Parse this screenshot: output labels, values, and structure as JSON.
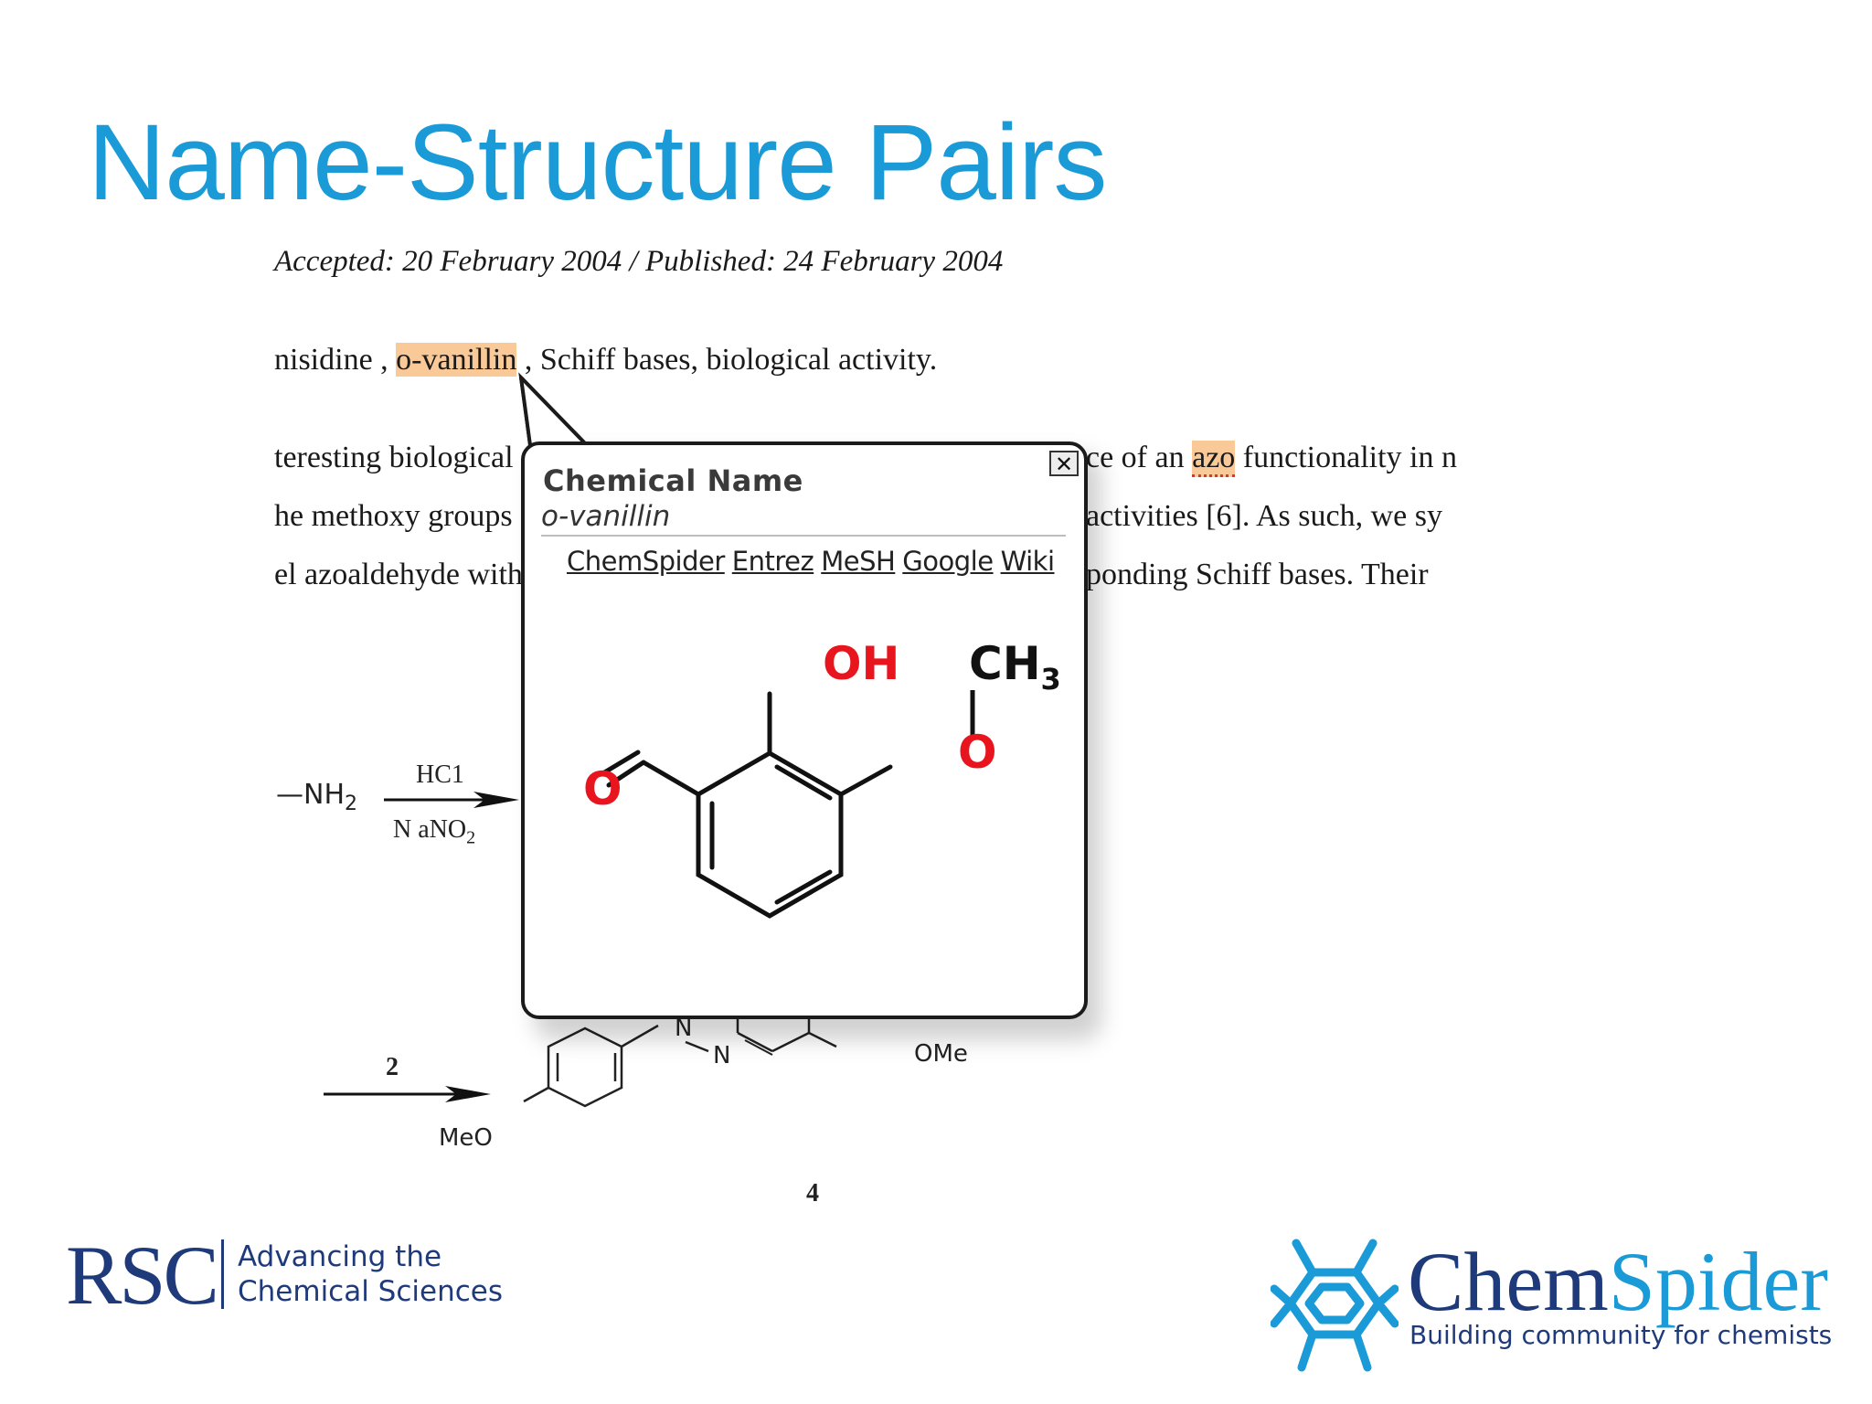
{
  "slide": {
    "title": "Name-Structure Pairs"
  },
  "document": {
    "dates_line": "Accepted: 20 February 2004 / Published: 24 February 2004",
    "keywords": {
      "before": "nisidine , ",
      "highlight": "o-vanillin",
      "after": " , Schiff bases, biological activity."
    },
    "body_lines": [
      {
        "left": "teresting biological",
        "right_before": "ce of an ",
        "right_highlight": "azo",
        "right_after": " functionality in n"
      },
      {
        "left": "he methoxy groups",
        "right_before": "activities [6].  As such, we sy",
        "right_highlight": "",
        "right_after": ""
      },
      {
        "left": "el azoaldehyde with",
        "right_before": "ponding Schiff bases.  Their ",
        "right_highlight": "",
        "right_after": ""
      }
    ],
    "scheme": {
      "amine": "—NH",
      "amine_sub": "2",
      "reagent_top": "HC1",
      "reagent_bottom": "N aNO",
      "reagent_bottom_sub": "2",
      "reactant_label": "2",
      "product_label": "4",
      "azo_n1": "N",
      "azo_n2": "N",
      "ome_right": "OMe",
      "meo_left": "MeO"
    }
  },
  "popup": {
    "heading": "Chemical Name",
    "name": "o-vanillin",
    "close_symbol": "✕",
    "links": [
      "ChemSpider",
      "Entrez",
      "MeSH",
      "Google",
      "Wiki"
    ],
    "structure": {
      "oh_label": "OH",
      "ch3_label": "CH",
      "ch3_sub": "3",
      "o_methoxy": "O",
      "o_aldehyde": "O",
      "atom_color_oxygen": "#e8141e",
      "bond_color": "#111111"
    }
  },
  "footer": {
    "rsc_mark": "RSC",
    "rsc_tag_line1": "Advancing the",
    "rsc_tag_line2": "Chemical Sciences",
    "chemspider_part1": "Chem",
    "chemspider_part2": "Spider",
    "chemspider_tag": "Building community for chemists",
    "colors": {
      "navy": "#1f3a7a",
      "cyan": "#1a9bd7"
    }
  }
}
